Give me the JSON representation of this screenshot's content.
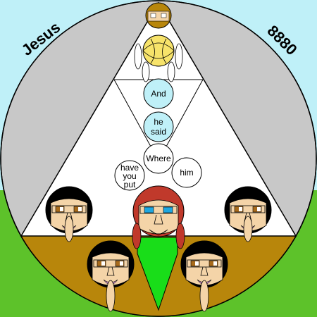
{
  "corner_labels": {
    "left": "Jesus",
    "right": "8880"
  },
  "bubbles": {
    "and": "And",
    "he_said": [
      "he",
      "said"
    ],
    "where": "Where",
    "him": "him",
    "have_you_put": [
      "have",
      "you",
      "put"
    ]
  },
  "colors": {
    "sky": "#bff0f8",
    "grass": "#5dc22a",
    "earth": "#b8860b",
    "disc": "#c8c8c8",
    "triangle": "#ffffff",
    "robe": "#19dd19",
    "face": "#f4d4a8",
    "hair": "#000000",
    "hair_red": "#c0392b",
    "halo": "#f7e36a",
    "bubble_light": "#bff0f8",
    "bubble_white": "#ffffff",
    "lips": "#e49ae4",
    "eyes_brown": "#a86b1c",
    "eyes_blue": "#1ea7e0"
  }
}
